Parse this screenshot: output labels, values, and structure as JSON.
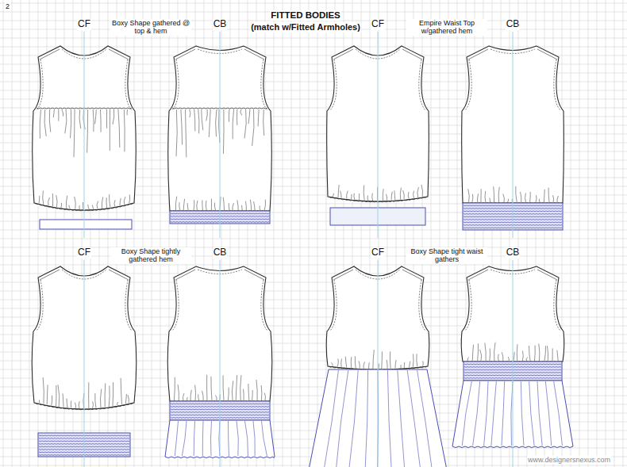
{
  "diagram": {
    "title": "FITTED BODIES",
    "labels": [
      "2",
      "(match w/Fitted Armholes)",
      "CF",
      "Boxy Shape gathered @ top & hem",
      "CB",
      "CF",
      "Empire Waist Top w/gathered hem",
      "CB",
      "CF",
      "Boxy Shape tightly gathered hem",
      "CB",
      "CF",
      "Boxy Shape tight waist gathers",
      "CB",
      "www.designersnexus.com"
    ]
  }
}
